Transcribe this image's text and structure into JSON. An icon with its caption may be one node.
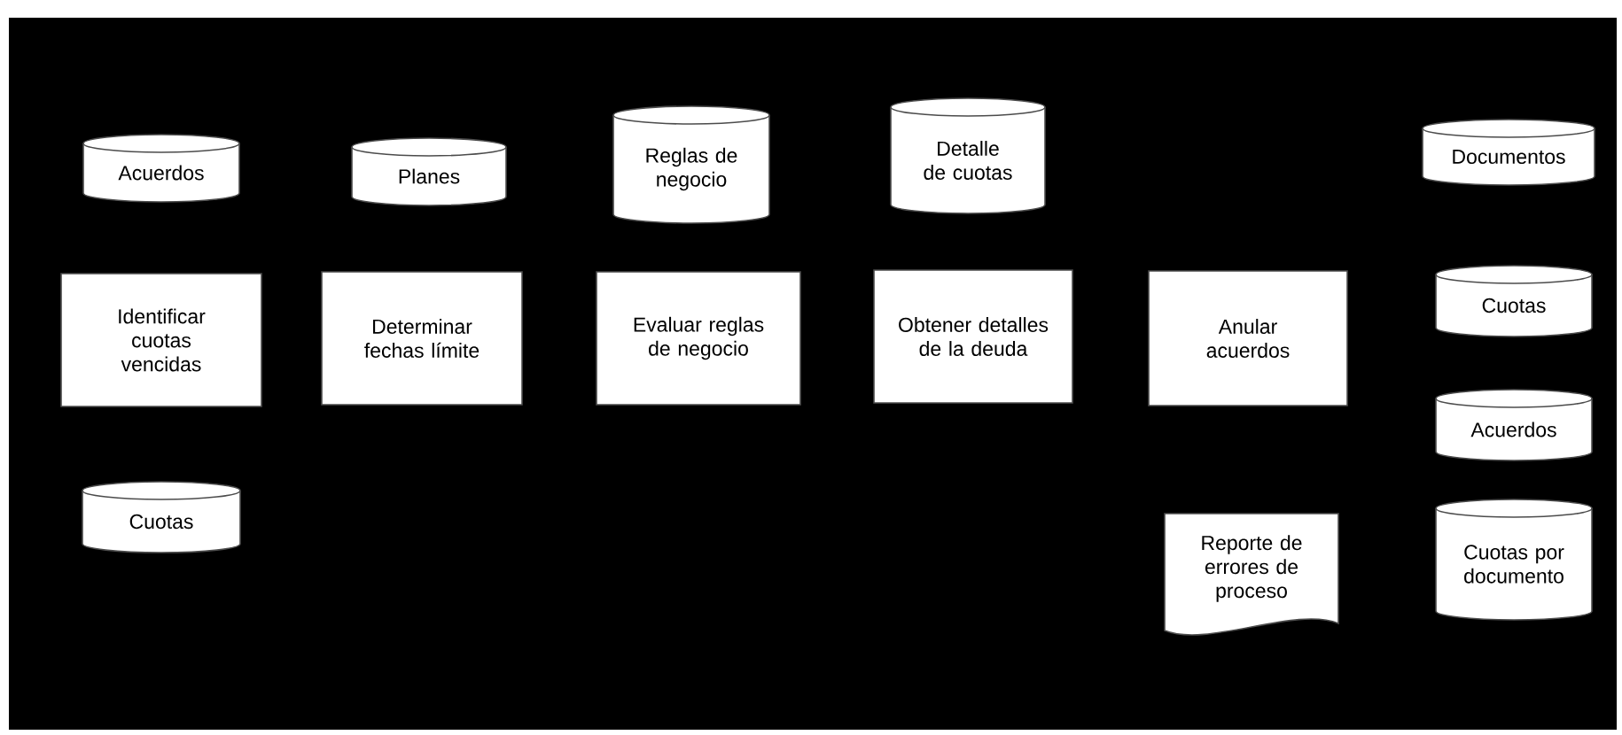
{
  "diagram": {
    "nodes": [
      {
        "text": [
          "Acuerdos"
        ]
      },
      {
        "text": [
          "Planes"
        ]
      },
      {
        "text": [
          "Reglas de negocio"
        ]
      },
      {
        "text": [
          "Detalle de cuotas"
        ]
      },
      {
        "text": [
          "Documentos"
        ]
      },
      {
        "text": [
          "Identificar cuotas vencidas"
        ]
      },
      {
        "text": [
          "Determinar fechas límite"
        ]
      },
      {
        "text": [
          "Evaluar reglas de negocio"
        ]
      },
      {
        "text": [
          "Obtener detalles de la deuda"
        ]
      },
      {
        "text": [
          "Anular acuerdos"
        ]
      },
      {
        "text": [
          "Cuotas"
        ]
      },
      {
        "text": [
          "Acuerdos"
        ]
      },
      {
        "text": [
          "Cuotas"
        ]
      },
      {
        "text": [
          "Reporte de errores de proceso"
        ]
      },
      {
        "text": [
          "Cuotas por documento"
        ]
      }
    ]
  }
}
